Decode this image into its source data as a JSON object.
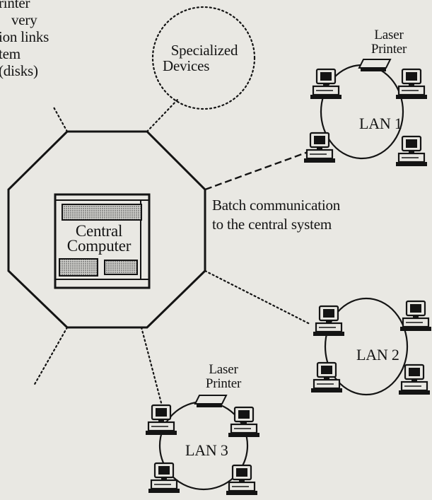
{
  "left_notes": {
    "lines": [
      "rinter",
      "very",
      "ion links",
      "tem",
      "disks)"
    ]
  },
  "specialized": {
    "line1": "Specialized",
    "line2": "Devices"
  },
  "central": {
    "line1": "Central",
    "line2": "Computer"
  },
  "batch": {
    "line1": "Batch communication",
    "line2": "to the central system"
  },
  "lan1": {
    "printer_line1": "Laser",
    "printer_line2": "Printer",
    "label": "LAN 1"
  },
  "lan2": {
    "label": "LAN 2"
  },
  "lan3": {
    "printer_line1": "Laser",
    "printer_line2": "Printer",
    "label": "LAN 3"
  }
}
